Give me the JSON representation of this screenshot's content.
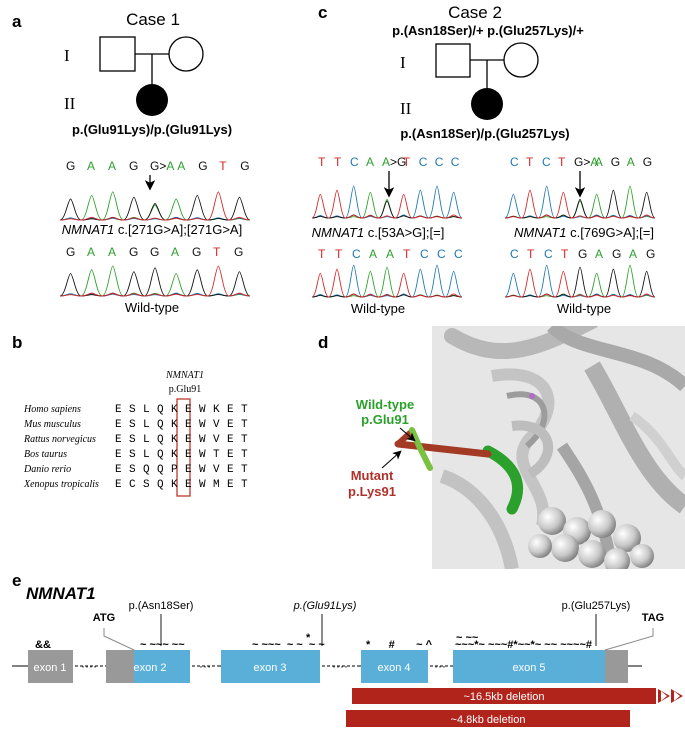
{
  "panel_a": {
    "label": "a",
    "title": "Case 1",
    "gen1": "I",
    "gen2": "II",
    "genotype": "p.(Glu91Lys)/p.(Glu91Lys)",
    "seq_mut": [
      "G",
      "A",
      "A",
      "G",
      "G>A",
      "A",
      "G",
      "T",
      "G"
    ],
    "variant_gene": "NMNAT1",
    "variant_text": " c.[271G>A];[271G>A]",
    "seq_wt": [
      "G",
      "A",
      "A",
      "G",
      "G",
      "A",
      "G",
      "T",
      "G"
    ],
    "wt_label": "Wild-type"
  },
  "panel_c": {
    "label": "c",
    "title": "Case 2",
    "parent_genotype": "p.(Asn18Ser)/+ p.(Glu257Lys)/+",
    "gen1": "I",
    "gen2": "II",
    "genotype": "p.(Asn18Ser)/p.(Glu257Lys)",
    "left": {
      "seq_mut": [
        "T",
        "T",
        "C",
        "A",
        "A>G",
        "T",
        "C",
        "C",
        "C"
      ],
      "variant_gene": "NMNAT1",
      "variant_text": " c.[53A>G];[=]",
      "seq_wt": [
        "T",
        "T",
        "C",
        "A",
        "A",
        "T",
        "C",
        "C",
        "C"
      ],
      "wt_label": "Wild-type"
    },
    "right": {
      "seq_mut": [
        "C",
        "T",
        "C",
        "T",
        "G>A",
        "A",
        "G",
        "A",
        "G"
      ],
      "variant_gene": "NMNAT1",
      "variant_text": " c.[769G>A];[=]",
      "seq_wt": [
        "C",
        "T",
        "C",
        "T",
        "G",
        "A",
        "G",
        "A",
        "G"
      ],
      "wt_label": "Wild-type"
    }
  },
  "panel_b": {
    "label": "b",
    "header_gene": "NMNAT1",
    "header_pos": "p.Glu91",
    "species": [
      {
        "name": "Homo sapiens",
        "seq": [
          "E",
          "S",
          "L",
          "Q",
          "K",
          "E",
          "W",
          "K",
          "E",
          "T"
        ]
      },
      {
        "name": "Mus musculus",
        "seq": [
          "E",
          "S",
          "L",
          "Q",
          "K",
          "E",
          "W",
          "V",
          "E",
          "T"
        ]
      },
      {
        "name": "Rattus norvegicus",
        "seq": [
          "E",
          "S",
          "L",
          "Q",
          "K",
          "E",
          "W",
          "V",
          "E",
          "T"
        ]
      },
      {
        "name": "Bos taurus",
        "seq": [
          "E",
          "S",
          "L",
          "Q",
          "K",
          "E",
          "W",
          "T",
          "E",
          "T"
        ]
      },
      {
        "name": "Danio rerio",
        "seq": [
          "E",
          "S",
          "Q",
          "Q",
          "P",
          "E",
          "W",
          "V",
          "E",
          "T"
        ]
      },
      {
        "name": "Xenopus tropicalis",
        "seq": [
          "E",
          "C",
          "S",
          "Q",
          "K",
          "E",
          "W",
          "M",
          "E",
          "T"
        ]
      }
    ]
  },
  "panel_d": {
    "label": "d",
    "wt_line1": "Wild-type",
    "wt_line2": "p.Glu91",
    "mut_line1": "Mutant",
    "mut_line2": "p.Lys91"
  },
  "panel_e": {
    "label": "e",
    "gene": "NMNAT1",
    "atg": "ATG",
    "tag": "TAG",
    "exons": [
      "exon 1",
      "exon 2",
      "exon 3",
      "exon 4",
      "exon 5"
    ],
    "variants": {
      "v1": "p.(Asn18Ser)",
      "v2": "p.(Glu91Lys)",
      "v3": "p.(Glu257Lys)"
    },
    "marks": {
      "exon1": "&&",
      "exon2": "~ ~~~ ~~",
      "exon3": "~ ~~~  ~ ~  ~ ~",
      "exon3_star": "*",
      "exon4": "*      #       ~ ^",
      "exon5_top": "~ ~~",
      "exon5": "~~~*~ ~~~#*~~*~ ~~ ~~~~#"
    },
    "deletion1": "~16.5kb deletion",
    "deletion2": "~4.8kb deletion"
  },
  "colors": {
    "A": "#2ca02c",
    "C": "#1f77b4",
    "G": "#111111",
    "T": "#d62728",
    "exon_blue": "#5aafd9",
    "utr_gray": "#999999",
    "deletion_red": "#b0241c",
    "wt_green": "#2ca02c",
    "mut_red": "#b0312a",
    "box_red": "#c0392b"
  }
}
